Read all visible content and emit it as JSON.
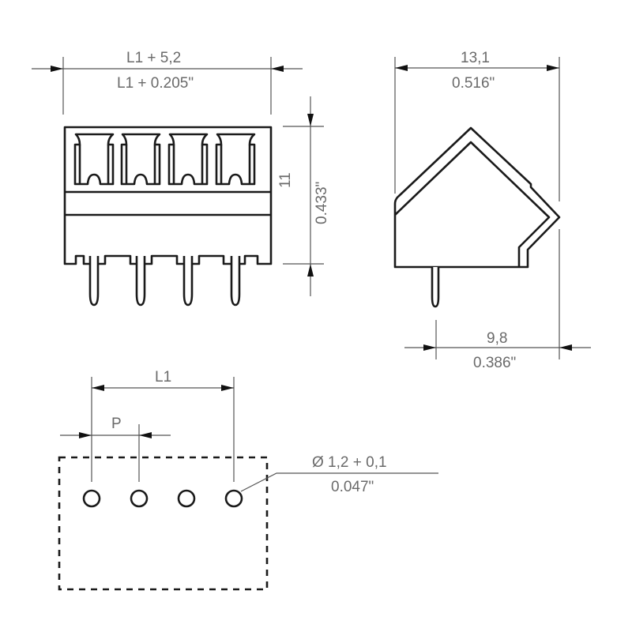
{
  "drawing": {
    "front_view": {
      "width_dim_mm": "L1 + 5,2",
      "width_dim_in": "L1 + 0.205\"",
      "height_dim_mm": "11",
      "height_dim_in": "0.433\"",
      "pole_count": 4
    },
    "side_view": {
      "width_dim_mm": "13,1",
      "width_dim_in": "0.516\"",
      "pin_offset_dim_mm": "9,8",
      "pin_offset_dim_in": "0.386\""
    },
    "footprint": {
      "length_label": "L1",
      "pitch_label": "P",
      "hole_dim_mm": "Ø 1,2 + 0,1",
      "hole_dim_in": "0.047\"",
      "hole_count": 4
    }
  },
  "colors": {
    "outline": "#1a1a1a",
    "dimension_line": "#555555",
    "label_text": "#6a6a6a"
  }
}
